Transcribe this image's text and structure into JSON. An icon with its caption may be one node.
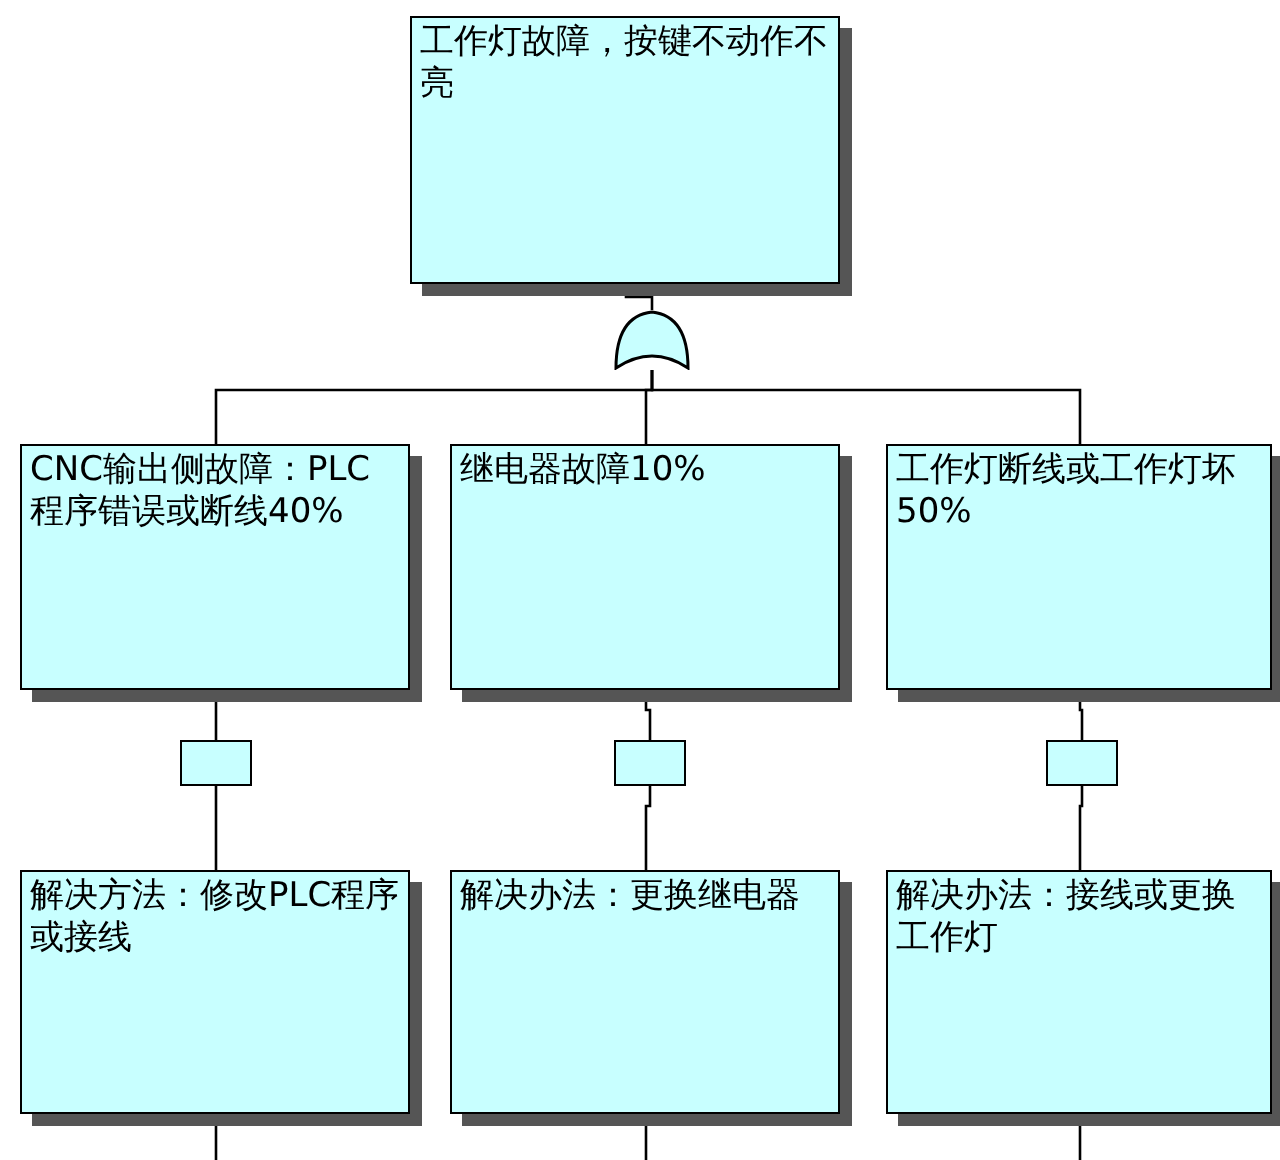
{
  "diagram": {
    "nodes": [
      {
        "text": [
          "工作灯故障，按键不动作不亮"
        ]
      },
      {
        "text": [],
        "shape": "gate"
      },
      {
        "text": [
          "CNC输出侧故障：PLC程序错误或断线40%"
        ]
      },
      {
        "text": [
          "继电器故障10%"
        ]
      },
      {
        "text": [
          "工作灯断线或工作灯坏50%"
        ]
      },
      {
        "text": [],
        "shape": "box"
      },
      {
        "text": [],
        "shape": "box"
      },
      {
        "text": [],
        "shape": "box"
      },
      {
        "text": [
          "解决方法：修改PLC程序或接线"
        ]
      },
      {
        "text": [
          "解决办法：更换继电器"
        ]
      },
      {
        "text": [
          "解决办法：接线或更换工作灯"
        ]
      }
    ],
    "edges": [
      {
        "from": 0,
        "to": 1,
        "arrow": "none"
      },
      {
        "from": 1,
        "to": 2,
        "arrow": "none"
      },
      {
        "from": 1,
        "to": 3,
        "arrow": "none"
      },
      {
        "from": 1,
        "to": 4,
        "arrow": "none"
      },
      {
        "from": 2,
        "to": 5,
        "arrow": "none"
      },
      {
        "from": 3,
        "to": 6,
        "arrow": "none"
      },
      {
        "from": 4,
        "to": 7,
        "arrow": "none"
      },
      {
        "from": 5,
        "to": 8,
        "arrow": "none"
      },
      {
        "from": 6,
        "to": 9,
        "arrow": "none"
      },
      {
        "from": 7,
        "to": 10,
        "arrow": "none"
      },
      {
        "from": 8,
        "to": null,
        "arrow": "none"
      },
      {
        "from": 9,
        "to": null,
        "arrow": "none"
      },
      {
        "from": 10,
        "to": null,
        "arrow": "none"
      }
    ]
  }
}
